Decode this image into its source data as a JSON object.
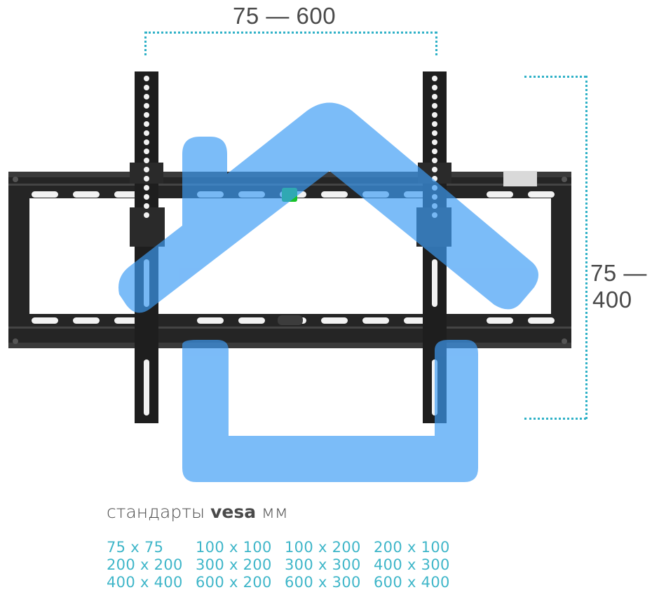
{
  "dimensions": {
    "width_range": "75 — 600",
    "height_range_line1": "75 —",
    "height_range_line2": "400"
  },
  "vesa": {
    "title_prefix": "стандарты",
    "title_bold": "vesa",
    "title_suffix": "мм",
    "sizes": [
      "75 x 75",
      "100 x 100",
      "100 x 200",
      "200 x 100",
      "200 x 200",
      "300 x 200",
      "300 x 300",
      "400 x 300",
      "400 x 400",
      "600 x 200",
      "600 x 300",
      "600 x 400"
    ]
  },
  "colors": {
    "accent_dotted": "#2fb1c7",
    "vesa_text": "#3fb6c9",
    "watermark": "#3d9cf5",
    "bracket": "#1e1e1e"
  },
  "icons": {
    "watermark": "house-icon"
  }
}
